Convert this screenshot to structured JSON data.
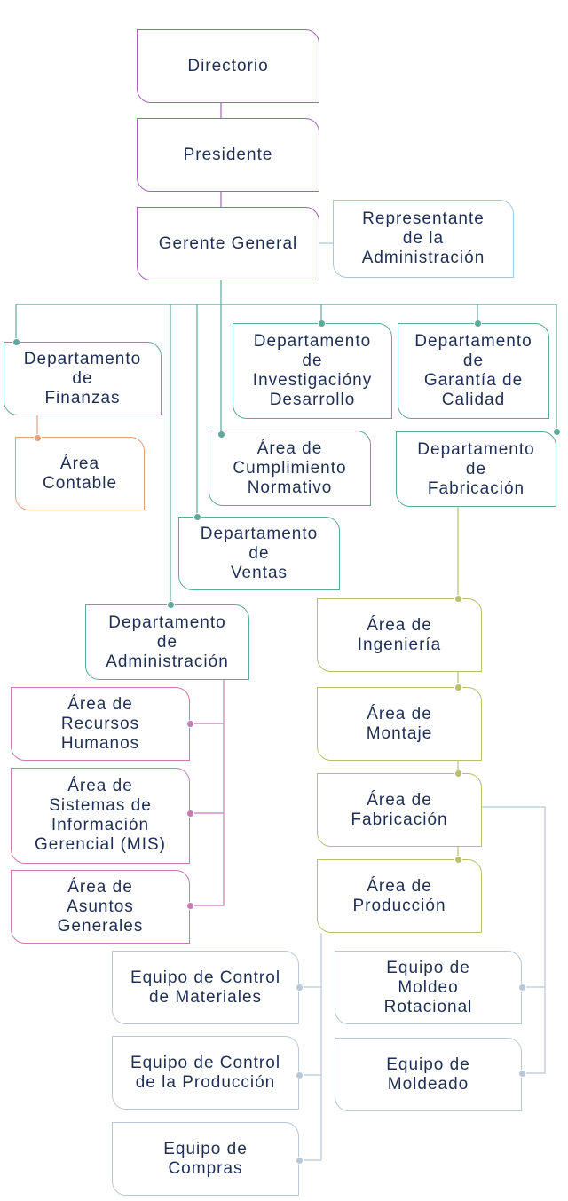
{
  "colors": {
    "purple": "#a365b3",
    "light_blue": "#a9c6dd",
    "teal": "#5ea99b",
    "orange": "#e0a27e",
    "olive": "#b9bf6e",
    "pink": "#c87bb0",
    "grey": "#b9c8d8",
    "text": "#1f2f54"
  },
  "nodes": {
    "directorio": "Directorio",
    "presidente": "Presidente",
    "gerente_general": "Gerente General",
    "representante": "Representante\nde la\nAdministración",
    "finanzas": "Departamento\nde\nFinanzas",
    "area_contable": "Área\nContable",
    "investigacion": "Departamento\nde\nInvestigacióny\nDesarrollo",
    "garantia": "Departamento\nde\nGarantía de\nCalidad",
    "cumplimiento": "Área de\nCumplimiento\nNormativo",
    "dep_fabricacion": "Departamento\nde\nFabricación",
    "ventas": "Departamento\nde\nVentas",
    "administracion": "Departamento\nde\nAdministración",
    "ingenieria": "Área de\nIngeniería",
    "rrhh": "Área de\nRecursos\nHumanos",
    "montaje": "Área de\nMontaje",
    "mis": "Área de\nSistemas de\nInformación\nGerencial (MIS)",
    "area_fabricacion": "Área de\nFabricación",
    "asuntos": "Área de\nAsuntos\nGenerales",
    "produccion": "Área de\nProducción",
    "control_materiales": "Equipo de Control\nde Materiales",
    "moldeo_rotacional": "Equipo de\nMoldeo\nRotacional",
    "control_produccion": "Equipo de Control\nde la Producción",
    "moldeado": "Equipo de\nMoldeado",
    "compras": "Equipo de\nCompras"
  }
}
